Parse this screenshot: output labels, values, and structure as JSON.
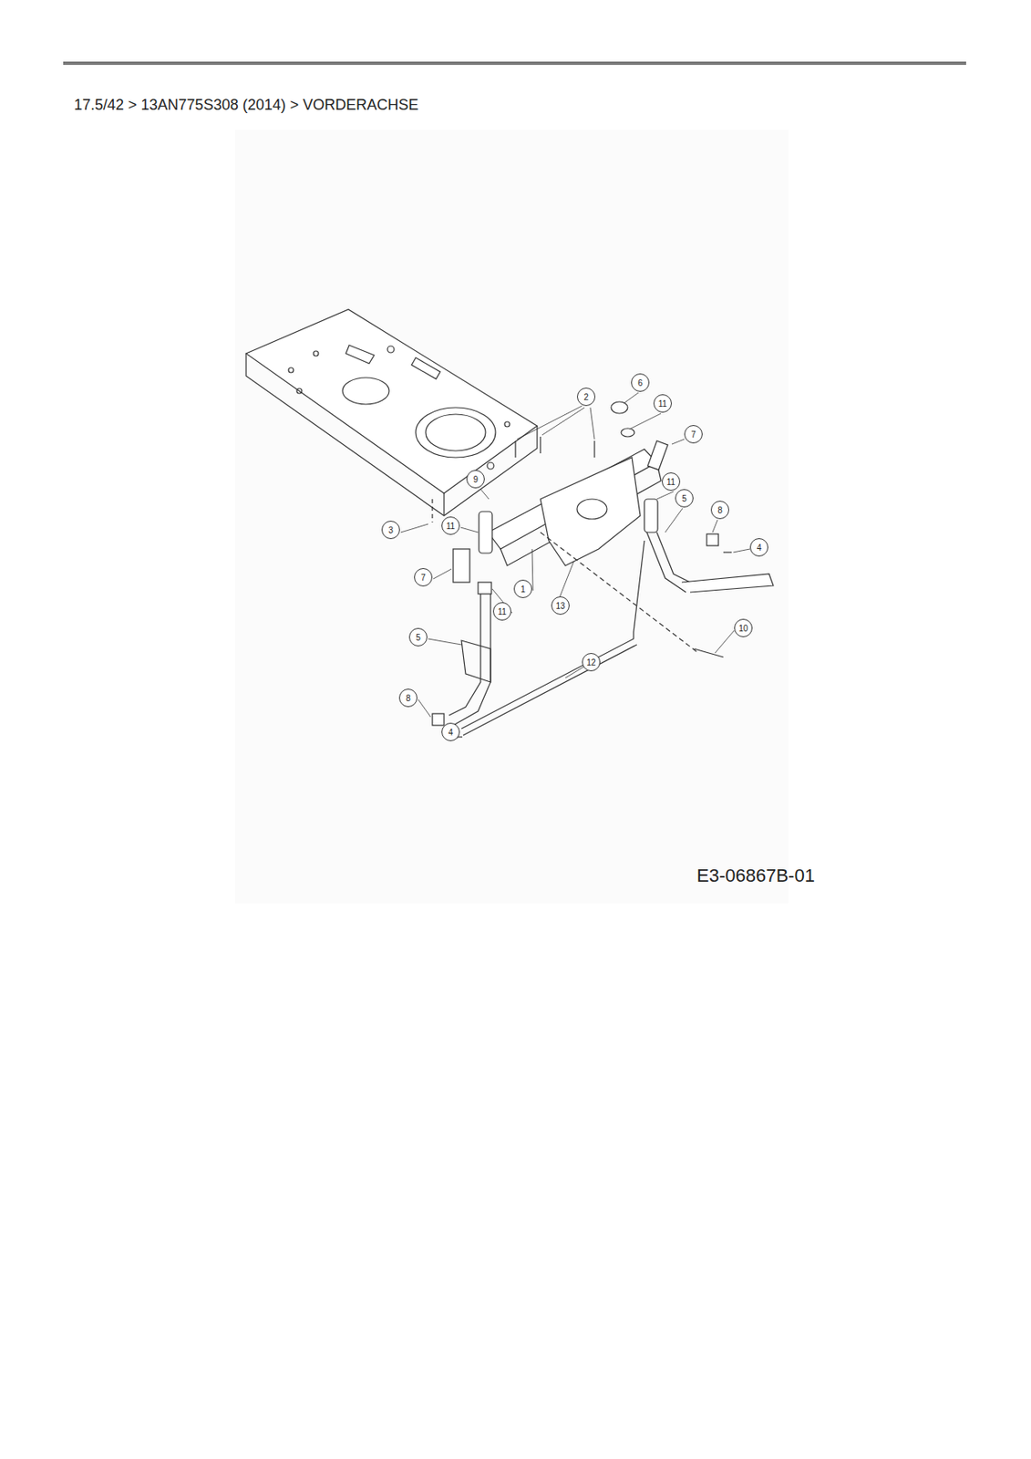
{
  "diagram": {
    "title": "17.5/42  >  13AN775S308 (2014)  >  VORDERACHSE",
    "caption": "E3-06867B-01",
    "labels": [
      "2",
      "6",
      "11",
      "7",
      "9",
      "11",
      "3",
      "11",
      "5",
      "8",
      "4",
      "7",
      "1",
      "13",
      "10",
      "11",
      "5",
      "12",
      "8",
      "4"
    ]
  }
}
